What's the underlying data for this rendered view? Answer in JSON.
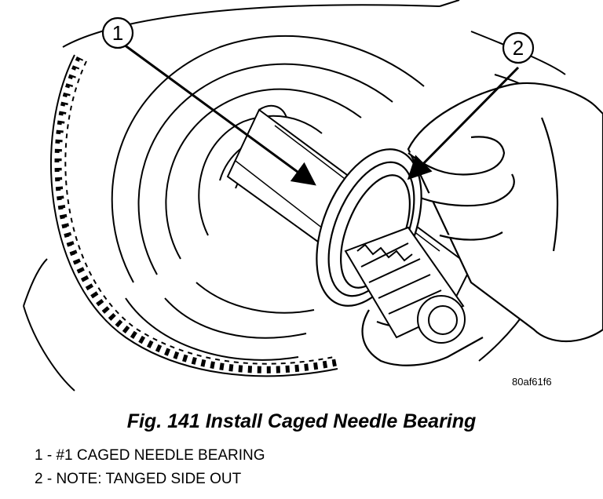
{
  "figure": {
    "callouts": [
      {
        "number": "1"
      },
      {
        "number": "2"
      }
    ],
    "image_code": "80af61f6",
    "caption": "Fig. 141 Install Caged Needle Bearing"
  },
  "legend": [
    {
      "text": "1 - #1 CAGED NEEDLE BEARING"
    },
    {
      "text": "2 - NOTE: TANGED SIDE OUT"
    }
  ]
}
